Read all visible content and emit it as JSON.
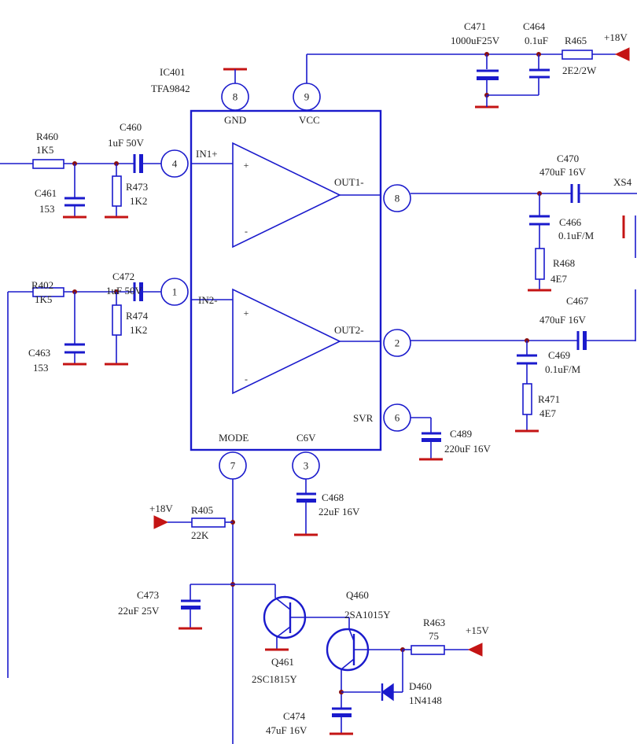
{
  "ic": {
    "ref": "IC401",
    "part": "TFA9842",
    "pins": {
      "gnd": "GND",
      "vcc": "VCC",
      "in1": "IN1+",
      "in2": "IN2-",
      "out1": "OUT1-",
      "out2": "OUT2-",
      "svr": "SVR",
      "mode": "MODE",
      "cev": "C6V"
    },
    "pin_numbers": {
      "gnd": "8",
      "vcc": "9",
      "in1": "4",
      "in2": "1",
      "out1": "8",
      "out2": "2",
      "svr": "6",
      "mode": "7",
      "cev": "3"
    }
  },
  "opamp_signs": {
    "plus": "+",
    "minus": "-"
  },
  "components": {
    "c471": {
      "ref": "C471",
      "val": "1000uF25V"
    },
    "c464": {
      "ref": "C464",
      "val": "0.1uF"
    },
    "r465": {
      "ref": "R465",
      "val": "2E2/2W"
    },
    "vcc_top": "+18V",
    "r460": {
      "ref": "R460",
      "val": "1K5"
    },
    "c460": {
      "ref": "C460",
      "val": "1uF 50V"
    },
    "c461": {
      "ref": "C461",
      "val": "153"
    },
    "r473": {
      "ref": "R473",
      "val": "1K2"
    },
    "r402": {
      "ref": "R402",
      "val": "1K5"
    },
    "c472": {
      "ref": "C472",
      "val": "1uF 50V"
    },
    "c463": {
      "ref": "C463",
      "val": "153"
    },
    "r474": {
      "ref": "R474",
      "val": "1K2"
    },
    "c470": {
      "ref": "C470",
      "val": "470uF 16V"
    },
    "xs": "XS4",
    "c466": {
      "ref": "C466",
      "val": "0.1uF/M"
    },
    "r468": {
      "ref": "R468",
      "val": "4E7"
    },
    "c467": {
      "ref": "C467",
      "val": "470uF 16V"
    },
    "c469": {
      "ref": "C469",
      "val": "0.1uF/M"
    },
    "r471": {
      "ref": "R471",
      "val": "4E7"
    },
    "c489": {
      "ref": "C489",
      "val": "220uF 16V"
    },
    "c468": {
      "ref": "C468",
      "val": "22uF 16V"
    },
    "vcc_mode": "+18V",
    "r405": {
      "ref": "R405",
      "val": "22K"
    },
    "c473": {
      "ref": "C473",
      "val": "22uF 25V"
    },
    "q460": {
      "ref": "Q460",
      "val": "2SA1015Y"
    },
    "q461": {
      "ref": "Q461",
      "val": "2SC1815Y"
    },
    "r463": {
      "ref": "R463",
      "val": "75"
    },
    "vcc_q": "+15V",
    "d460": {
      "ref": "D460",
      "val": "1N4148"
    },
    "c474": {
      "ref": "C474",
      "val": "47uF 16V"
    }
  },
  "colors": {
    "wire": "#1a1acc",
    "ground": "#c41414",
    "junction": "#8a1010",
    "text": "#222222"
  }
}
